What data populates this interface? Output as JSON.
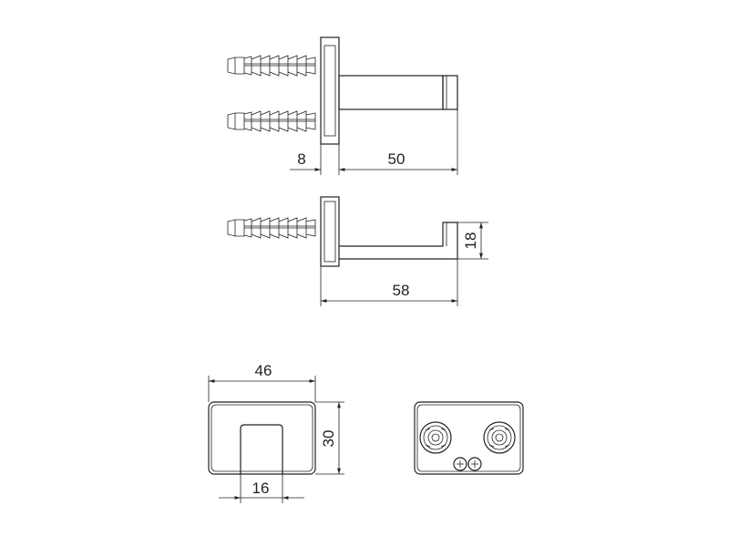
{
  "dimensions": {
    "flange_thickness": "8",
    "projection": "50",
    "hook_height": "18",
    "overall_length": "58",
    "base_width": "46",
    "base_height": "30",
    "slot_width": "16"
  }
}
